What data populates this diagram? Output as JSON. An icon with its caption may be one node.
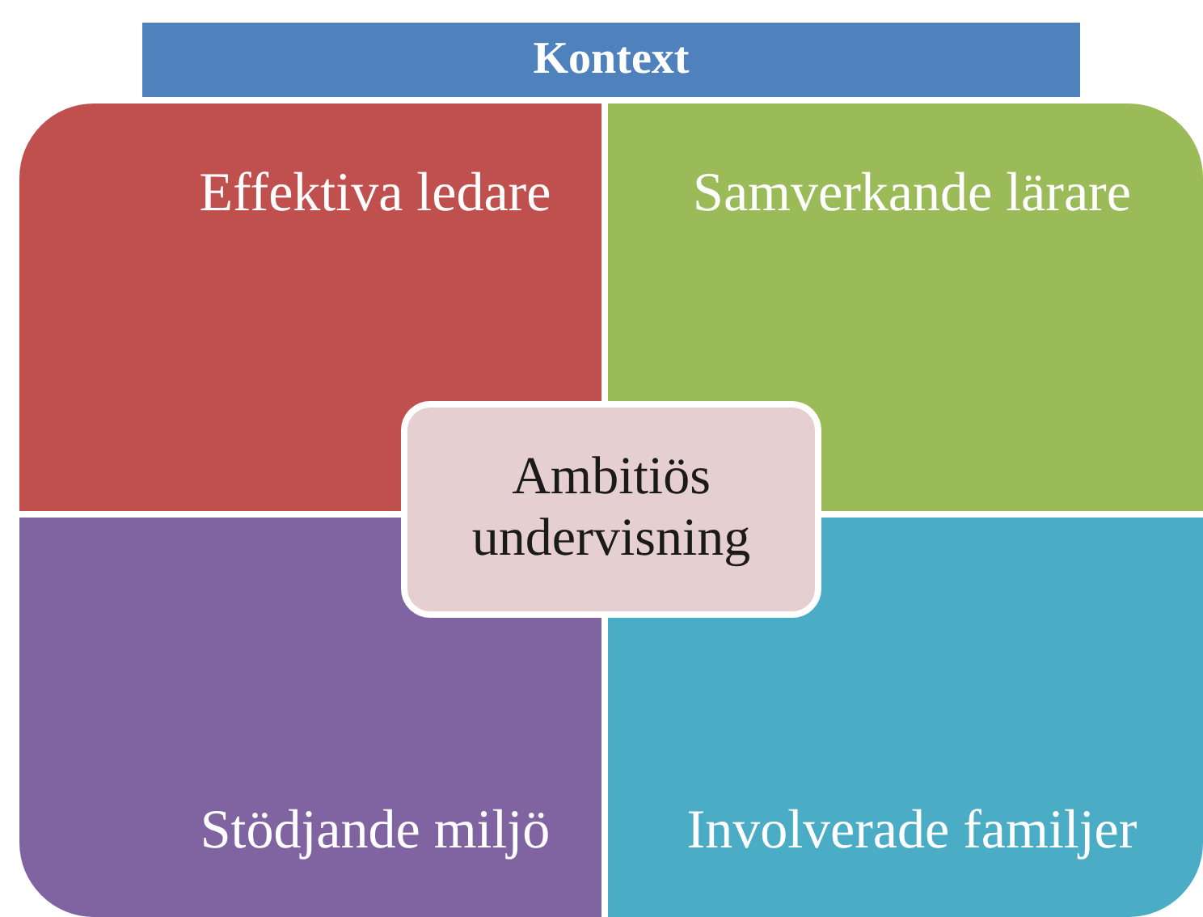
{
  "diagram": {
    "nodes": [
      {
        "text": [
          "Kontext"
        ]
      },
      {
        "text": [
          "Effektiva ledare"
        ]
      },
      {
        "text": [
          "Samverkande lärare"
        ]
      },
      {
        "text": [
          "Ambitiös undervisning"
        ]
      },
      {
        "text": [
          "Stödjande miljö"
        ]
      },
      {
        "text": [
          "Involverade familjer"
        ]
      }
    ]
  }
}
